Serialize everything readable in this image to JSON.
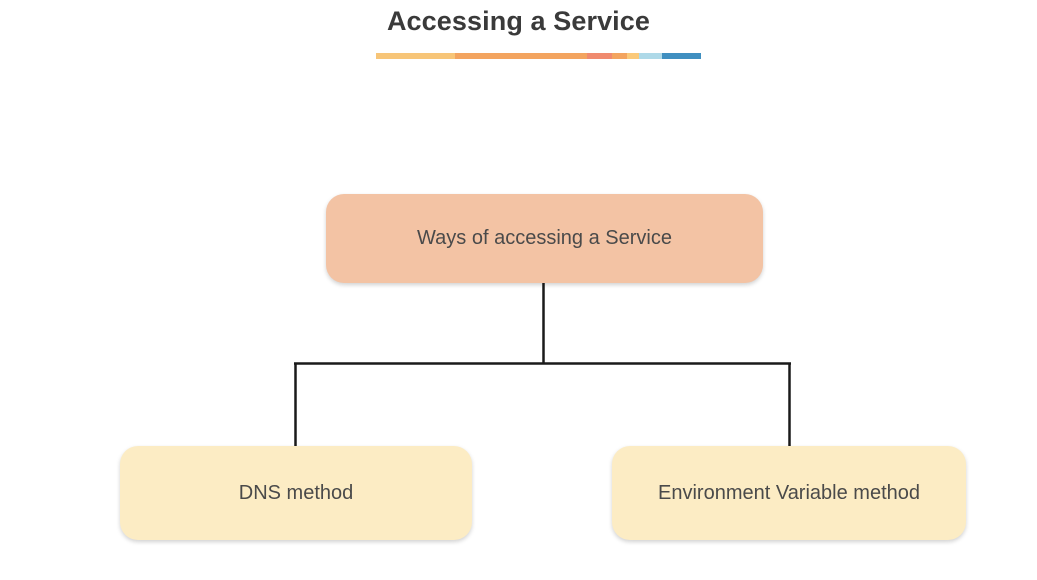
{
  "header": {
    "title": "Accessing a Service",
    "rule_segments": [
      {
        "color": "#f7c578",
        "width": 86
      },
      {
        "color": "#f3a45f",
        "width": 143
      },
      {
        "color": "#f08a6e",
        "width": 27
      },
      {
        "color": "#f3a45f",
        "width": 17
      },
      {
        "color": "#fac97a",
        "width": 13
      },
      {
        "color": "#aed9e8",
        "width": 25
      },
      {
        "color": "#3f8fc0",
        "width": 42
      }
    ]
  },
  "diagram": {
    "type": "tree",
    "root": {
      "label": "Ways of accessing a Service",
      "fill": "#f3c3a4",
      "text_color": "#4a4a4a"
    },
    "children": [
      {
        "label": "DNS method",
        "fill": "#fcecc4",
        "text_color": "#4a4a4a"
      },
      {
        "label": "Environment Variable method",
        "fill": "#fcecc4",
        "text_color": "#4a4a4a"
      }
    ],
    "connector_color": "#1a1a1a"
  },
  "canvas": {
    "background": "#ffffff"
  }
}
